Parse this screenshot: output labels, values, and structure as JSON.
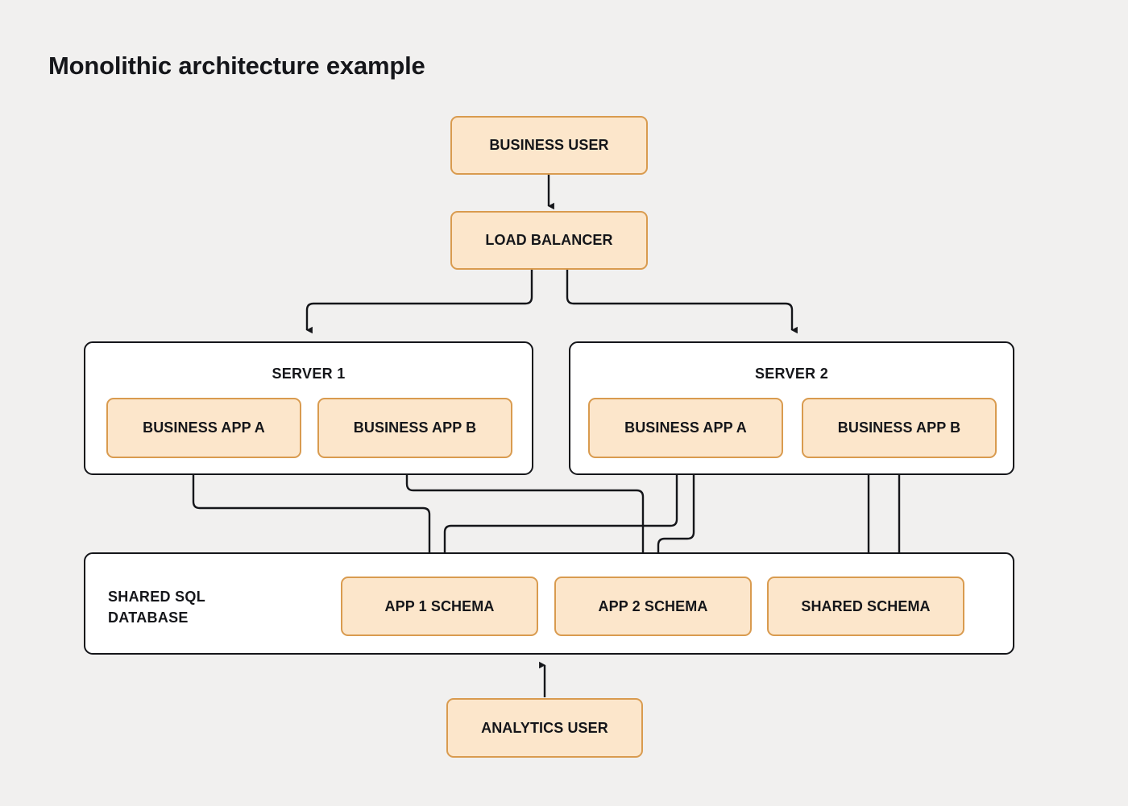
{
  "page": {
    "title": "Monolithic architecture example",
    "background_color": "#f1f0ef",
    "accent_fill": "#fce6cb",
    "accent_border": "#d99b4f",
    "line_color": "#15161a"
  },
  "nodes": {
    "business_user": "BUSINESS USER",
    "load_balancer": "LOAD BALANCER",
    "analytics_user": "ANALYTICS USER"
  },
  "servers": [
    {
      "label": "SERVER 1",
      "apps": [
        "BUSINESS APP A",
        "BUSINESS APP B"
      ]
    },
    {
      "label": "SERVER 2",
      "apps": [
        "BUSINESS APP A",
        "BUSINESS APP B"
      ]
    }
  ],
  "database": {
    "label": "SHARED SQL\nDATABASE",
    "schemas": [
      "APP 1 SCHEMA",
      "APP 2 SCHEMA",
      "SHARED SCHEMA"
    ]
  },
  "edges": [
    {
      "from": "BUSINESS USER",
      "to": "LOAD BALANCER"
    },
    {
      "from": "LOAD BALANCER",
      "to": "SERVER 1"
    },
    {
      "from": "LOAD BALANCER",
      "to": "SERVER 2"
    },
    {
      "from": "SERVER 1 / BUSINESS APP A",
      "to": "APP 1 SCHEMA"
    },
    {
      "from": "SERVER 1 / BUSINESS APP B",
      "to": "APP 2 SCHEMA"
    },
    {
      "from": "SERVER 2 / BUSINESS APP A",
      "to": "APP 1 SCHEMA"
    },
    {
      "from": "SERVER 2 / BUSINESS APP A",
      "to": "APP 2 SCHEMA"
    },
    {
      "from": "SERVER 2 / BUSINESS APP B",
      "to": "SHARED SCHEMA"
    },
    {
      "from": "SERVER 2 / BUSINESS APP B",
      "to": "SHARED SCHEMA"
    },
    {
      "from": "ANALYTICS USER",
      "to": "SHARED SQL DATABASE"
    }
  ]
}
